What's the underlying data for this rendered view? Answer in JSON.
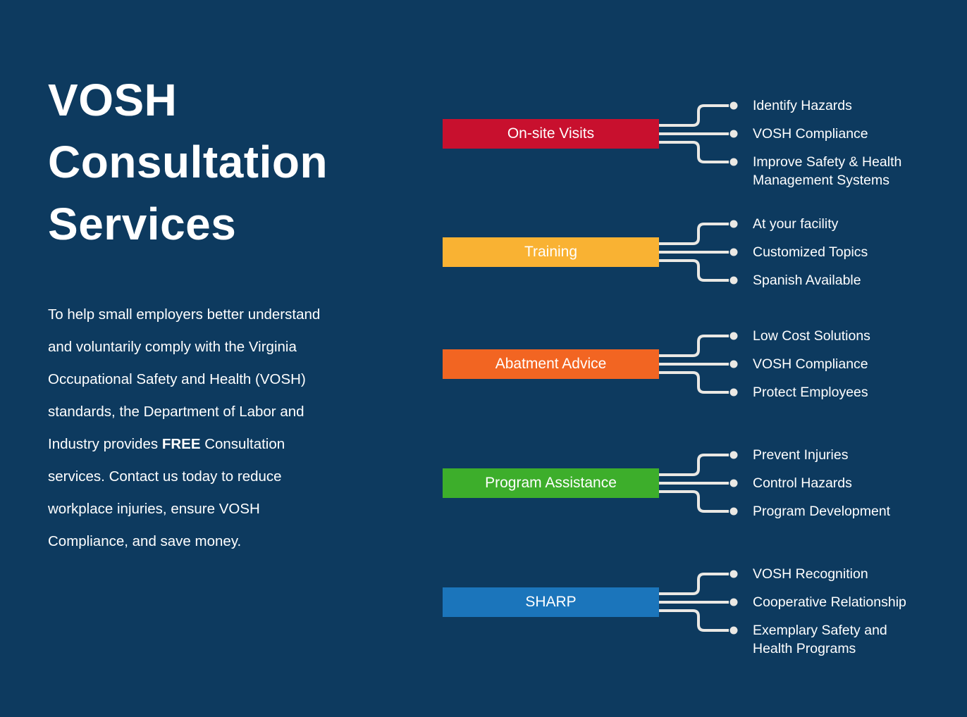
{
  "page": {
    "background_color": "#0d3a5f",
    "connector_color": "#eae8e4",
    "text_color": "#ffffff"
  },
  "title": {
    "lines": [
      "VOSH",
      "Consultation",
      "Services"
    ]
  },
  "intro": {
    "text_before": "To help small employers better understand and voluntarily comply with the Virginia Occupational Safety and Health (VOSH) standards, the Department of Labor and Industry provides ",
    "highlight": "FREE",
    "text_after": " Consultation services. Contact us today to reduce workplace injuries, ensure VOSH Compliance, and save money."
  },
  "groups": [
    {
      "label": "On-site Visits",
      "color": "#c8102e",
      "items": [
        "Identify Hazards",
        "VOSH Compliance",
        "Improve Safety & Health\nManagement Systems"
      ]
    },
    {
      "label": "Training",
      "color": "#f9b233",
      "items": [
        "At your facility",
        "Customized Topics",
        "Spanish Available"
      ]
    },
    {
      "label": "Abatment Advice",
      "color": "#f26522",
      "items": [
        "Low Cost Solutions",
        "VOSH Compliance",
        "Protect Employees"
      ]
    },
    {
      "label": "Program Assistance",
      "color": "#3dae2b",
      "items": [
        "Prevent Injuries",
        "Control Hazards",
        "Program Development"
      ]
    },
    {
      "label": "SHARP",
      "color": "#1b75bb",
      "items": [
        "VOSH Recognition",
        "Cooperative Relationship",
        "Exemplary Safety and\nHealth Programs"
      ]
    }
  ]
}
